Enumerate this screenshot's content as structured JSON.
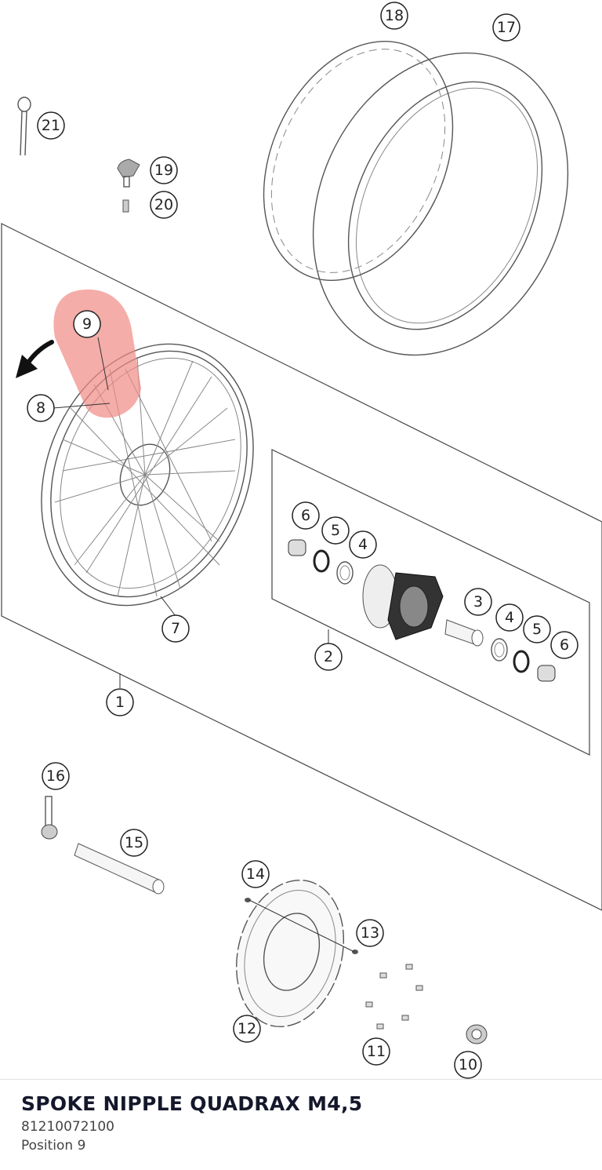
{
  "diagram": {
    "callouts": [
      "1",
      "2",
      "3",
      "4",
      "4",
      "5",
      "5",
      "6",
      "6",
      "7",
      "8",
      "9",
      "10",
      "11",
      "12",
      "13",
      "14",
      "15",
      "16",
      "17",
      "18",
      "19",
      "20",
      "21"
    ],
    "highlight": {
      "position": "9",
      "color": "#f08a84"
    }
  },
  "footer": {
    "part_name": "SPOKE NIPPLE QUADRAX M4,5",
    "part_number": "81210072100",
    "position": "Position 9"
  }
}
